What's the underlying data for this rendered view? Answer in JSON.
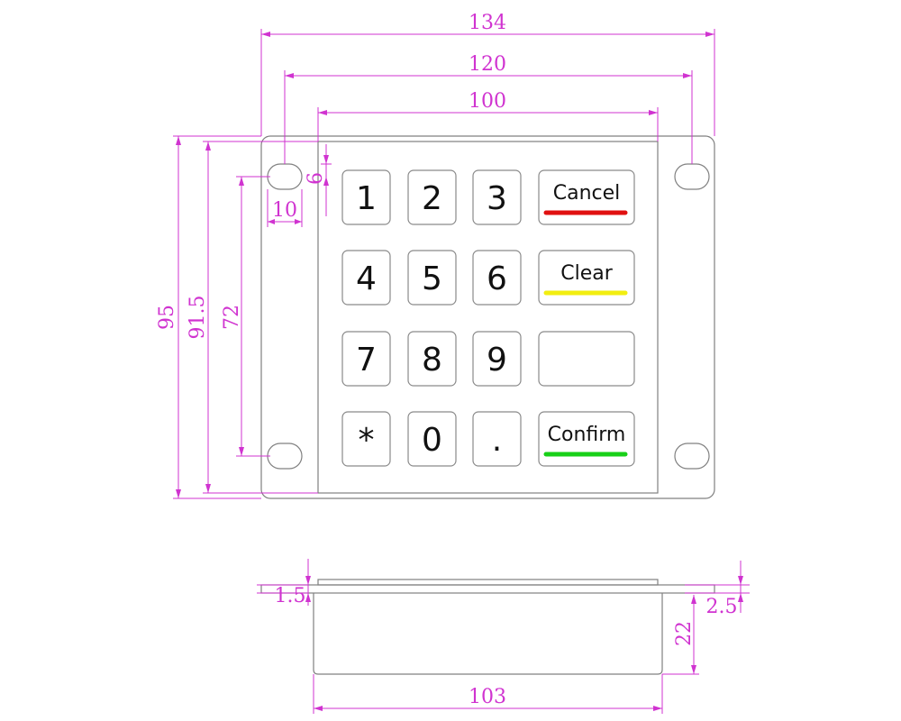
{
  "colors": {
    "dimension": "#d033d0",
    "outline": "#808080",
    "key_outline": "#8a8a8a",
    "cancel_bar": "#e01010",
    "clear_bar": "#f2ee10",
    "confirm_bar": "#18d018"
  },
  "front_view": {
    "dimensions": {
      "overall_width": "134",
      "hole_spacing_width": "120",
      "keypad_width": "100",
      "overall_height": "95",
      "inner_height": "91.5",
      "hole_spacing_height": "72",
      "hole_width": "10",
      "hole_offset": "6"
    },
    "keys": [
      {
        "label": "1"
      },
      {
        "label": "2"
      },
      {
        "label": "3"
      },
      {
        "label": "4"
      },
      {
        "label": "5"
      },
      {
        "label": "6"
      },
      {
        "label": "7"
      },
      {
        "label": "8"
      },
      {
        "label": "9"
      },
      {
        "label": "*"
      },
      {
        "label": "0"
      },
      {
        "label": "."
      }
    ],
    "function_keys": [
      {
        "label": "Cancel",
        "bar": "cancel_bar"
      },
      {
        "label": "Clear",
        "bar": "clear_bar"
      },
      {
        "label": "",
        "bar": ""
      },
      {
        "label": "Confirm",
        "bar": "confirm_bar"
      }
    ]
  },
  "side_view": {
    "dimensions": {
      "plate_thickness": "1.5",
      "flange_thickness": "2.5",
      "body_depth": "22",
      "body_width": "103"
    }
  }
}
